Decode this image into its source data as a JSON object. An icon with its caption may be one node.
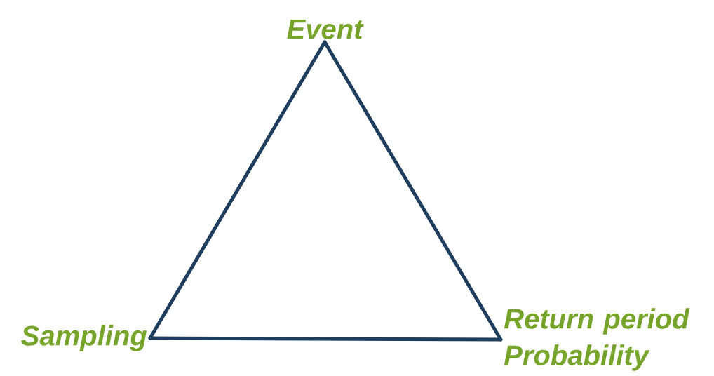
{
  "diagram": {
    "nodes": [
      {
        "text": [
          "Event"
        ]
      },
      {
        "text": [
          "Sampling"
        ]
      },
      {
        "text": [
          "Return period Probability"
        ]
      }
    ],
    "edges": [
      {
        "from": 0,
        "to": 1,
        "arrow": "none"
      },
      {
        "from": 1,
        "to": 2,
        "arrow": "none"
      },
      {
        "from": 2,
        "to": 0,
        "arrow": "none"
      }
    ]
  }
}
